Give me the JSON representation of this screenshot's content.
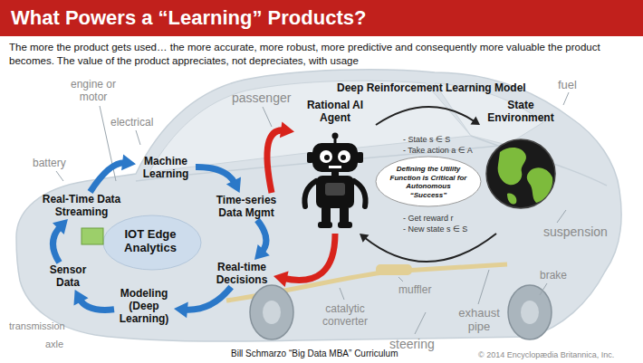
{
  "diagram": {
    "title": "What Powers a “Learning” Products?",
    "caption": "Bill Schmarzo “Big Data MBA” Curriculum",
    "nodes": [
      {
        "text": [
          "Machine Learning"
        ]
      },
      {
        "text": [
          "Time-series Data Mgmt"
        ]
      },
      {
        "text": [
          "Real-Time Data Streaming"
        ]
      },
      {
        "text": [
          "IOT Edge Analytics"
        ]
      },
      {
        "text": [
          "Sensor Data"
        ]
      },
      {
        "text": [
          "Real-time Decisions"
        ]
      },
      {
        "text": [
          "Modeling (Deep Learning)"
        ]
      },
      {
        "text": [
          "Rational AI Agent"
        ]
      },
      {
        "text": [
          "Defining the Utility Function is Critical for Autonomous “Success”"
        ]
      },
      {
        "text": [
          "State Environment"
        ]
      }
    ],
    "edges": [
      {
        "from": 0,
        "to": 1,
        "arrow": "to"
      },
      {
        "from": 1,
        "to": 5,
        "arrow": "to"
      },
      {
        "from": 5,
        "to": 6,
        "arrow": "to"
      },
      {
        "from": 6,
        "to": 4,
        "arrow": "to"
      },
      {
        "from": 4,
        "to": 2,
        "arrow": "to"
      },
      {
        "from": 2,
        "to": 0,
        "arrow": "to"
      },
      {
        "from": 1,
        "to": 7,
        "arrow": "to"
      },
      {
        "from": 7,
        "to": 5,
        "arrow": "to"
      },
      {
        "from": 7,
        "to": 9,
        "arrow": "to"
      },
      {
        "from": 9,
        "to": 7,
        "arrow": "to"
      }
    ],
    "labels": [
      "The more the product gets used… the more accurate, more robust, more predictive and consequently more valuable the product becomes. The value of the product appreciates, not depreciates, with usage",
      "Deep Reinforcement Learning Model",
      "- State s ∈ S",
      "- Take action a ∈ A",
      "- Get reward r",
      "- New state s ∈ S",
      "engine or motor",
      "electrical",
      "passenger",
      "fuel",
      "battery",
      "suspension",
      "transmission",
      "axle",
      "catalytic converter",
      "muffler",
      "steering",
      "exhaust pipe",
      "brake",
      "© 2014 Encyclopædia Britannica, Inc."
    ]
  }
}
